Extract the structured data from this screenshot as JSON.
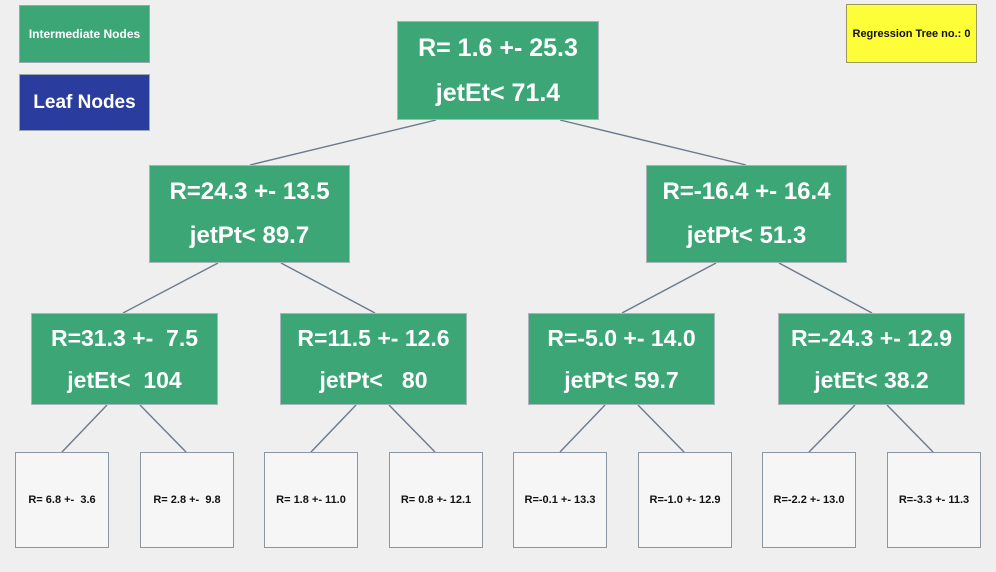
{
  "legend": {
    "intermediate_label": "Intermediate Nodes",
    "leaf_label": "Leaf Nodes",
    "intermediate_color": "#3ca677",
    "leaf_color": "#2a3c9e"
  },
  "tree_label": "Regression Tree no.: 0",
  "nodes": {
    "root": {
      "response": "R= 1.6 +- 25.3",
      "cut": "jetEt< 71.4"
    },
    "left": {
      "response": "R=24.3 +- 13.5",
      "cut": "jetPt< 89.7"
    },
    "right": {
      "response": "R=-16.4 +- 16.4",
      "cut": "jetPt< 51.3"
    },
    "left_left": {
      "response": "R=31.3 +-  7.5",
      "cut": "jetEt<  104"
    },
    "left_right": {
      "response": "R=11.5 +- 12.6",
      "cut": "jetPt<   80"
    },
    "right_left": {
      "response": "R=-5.0 +- 14.0",
      "cut": "jetPt< 59.7"
    },
    "right_right": {
      "response": "R=-24.3 +- 12.9",
      "cut": "jetEt< 38.2"
    }
  },
  "leaves": [
    "R= 6.8 +-  3.6",
    "R= 2.8 +-  9.8",
    "R= 1.8 +- 11.0",
    "R= 0.8 +- 12.1",
    "R=-0.1 +- 13.3",
    "R=-1.0 +- 12.9",
    "R=-2.2 +- 13.0",
    "R=-3.3 +- 11.3"
  ]
}
